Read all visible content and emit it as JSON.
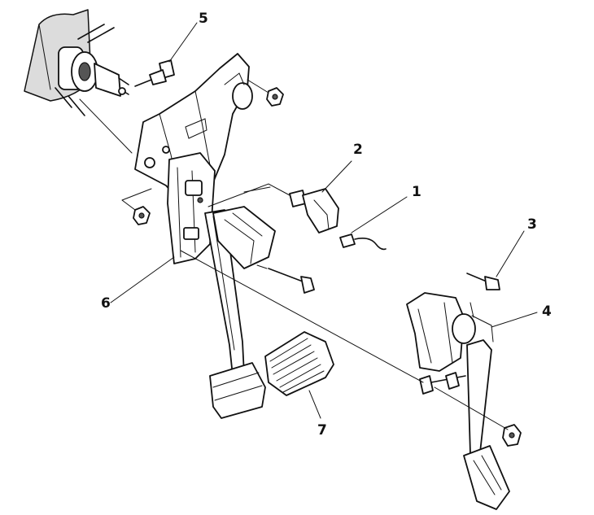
{
  "callouts": [
    {
      "id": "1",
      "label": "1"
    },
    {
      "id": "2",
      "label": "2"
    },
    {
      "id": "3",
      "label": "3"
    },
    {
      "id": "4",
      "label": "4"
    },
    {
      "id": "5",
      "label": "5"
    },
    {
      "id": "6",
      "label": "6"
    },
    {
      "id": "7",
      "label": "7"
    }
  ],
  "colors": {
    "ink": "#111111",
    "paper": "#ffffff",
    "shade": "#dcdcdc"
  }
}
